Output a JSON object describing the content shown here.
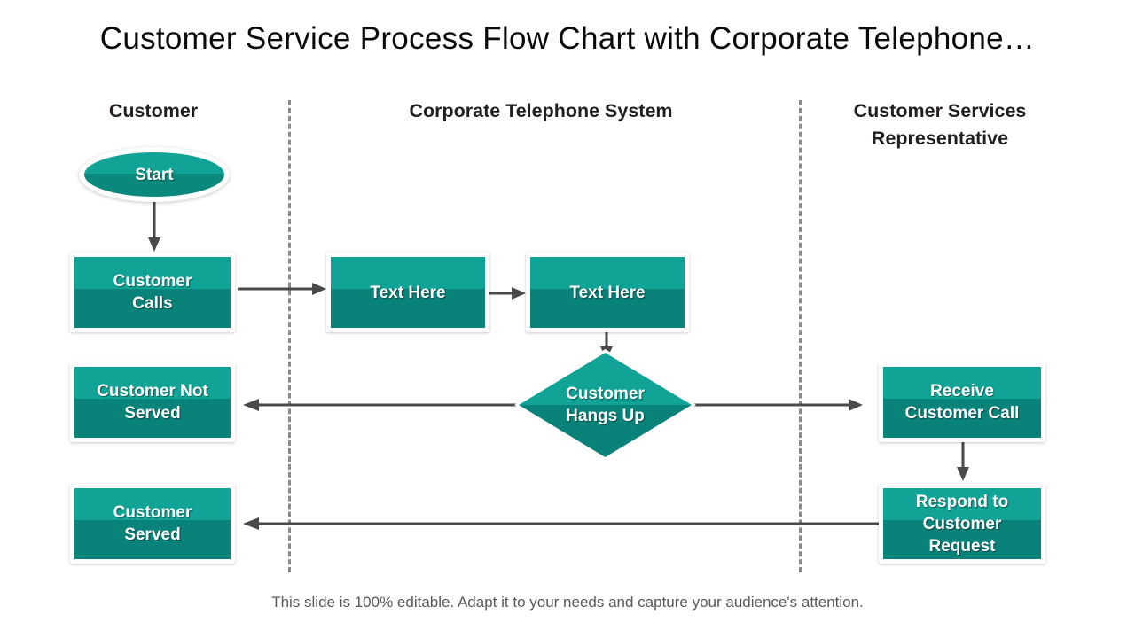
{
  "slide": {
    "title": "Customer Service Process Flow Chart with Corporate Telephone…",
    "footer_note": "This slide is 100% editable. Adapt it to your needs and capture your audience's attention."
  },
  "colors": {
    "shape_fill_top": "#11a496",
    "shape_fill_bottom": "#09827a",
    "shape_border": "#ffffff",
    "connector": "#4a4a4a",
    "divider": "#8a8a8a",
    "title_text": "#0a0a0a",
    "header_text": "#231f20",
    "shape_text": "#ffffff",
    "footer_text": "#595959"
  },
  "lanes": [
    {
      "id": "customer",
      "header": "Customer"
    },
    {
      "id": "telephone",
      "header": "Corporate Telephone System"
    },
    {
      "id": "representative",
      "header": "Customer Services Representative"
    }
  ],
  "nodes": {
    "start": {
      "label": "Start",
      "shape": "ellipse",
      "lane": "customer"
    },
    "customer_calls": {
      "label": "Customer Calls",
      "shape": "process",
      "lane": "customer"
    },
    "customer_not_served": {
      "label": "Customer Not Served",
      "shape": "process",
      "lane": "customer"
    },
    "customer_served": {
      "label": "Customer Served",
      "shape": "process",
      "lane": "customer"
    },
    "text_here_1": {
      "label": "Text Here",
      "shape": "process",
      "lane": "telephone"
    },
    "text_here_2": {
      "label": "Text Here",
      "shape": "process",
      "lane": "telephone"
    },
    "customer_hangs_up": {
      "label": "Customer Hangs Up",
      "shape": "decision",
      "lane": "telephone"
    },
    "receive_call": {
      "label": "Receive Customer Call",
      "shape": "process",
      "lane": "representative"
    },
    "respond_request": {
      "label": "Respond to Customer Request",
      "shape": "process",
      "lane": "representative"
    }
  },
  "node_lines": {
    "start": [
      "Start"
    ],
    "customer_calls": [
      "Customer",
      "Calls"
    ],
    "customer_not_served": [
      "Customer Not",
      "Served"
    ],
    "customer_served": [
      "Customer",
      "Served"
    ],
    "text_here_1": [
      "Text Here"
    ],
    "text_here_2": [
      "Text Here"
    ],
    "customer_hangs_up": [
      "Customer",
      "Hangs Up"
    ],
    "receive_call": [
      "Receive",
      "Customer Call"
    ],
    "respond_request": [
      "Respond to",
      "Customer",
      "Request"
    ]
  },
  "connectors": [
    {
      "id": "start-to-calls",
      "from": "start",
      "to": "customer_calls",
      "direction": "down"
    },
    {
      "id": "calls-to-text1",
      "from": "customer_calls",
      "to": "text_here_1",
      "direction": "right"
    },
    {
      "id": "text1-to-text2",
      "from": "text_here_1",
      "to": "text_here_2",
      "direction": "right"
    },
    {
      "id": "text2-to-decision",
      "from": "text_here_2",
      "to": "customer_hangs_up",
      "direction": "down"
    },
    {
      "id": "decision-to-not-served",
      "from": "customer_hangs_up",
      "to": "customer_not_served",
      "direction": "left"
    },
    {
      "id": "decision-to-receive",
      "from": "customer_hangs_up",
      "to": "receive_call",
      "direction": "right"
    },
    {
      "id": "receive-to-respond",
      "from": "receive_call",
      "to": "respond_request",
      "direction": "down"
    },
    {
      "id": "respond-to-served",
      "from": "respond_request",
      "to": "customer_served",
      "direction": "left"
    }
  ]
}
